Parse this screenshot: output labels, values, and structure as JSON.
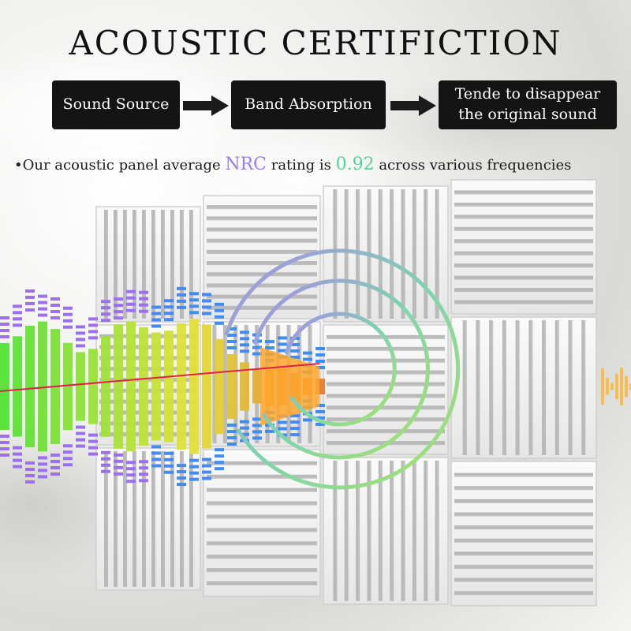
{
  "title": "ACOUSTIC CERTIFICTION",
  "flow": {
    "steps": [
      {
        "label": "Sound Source"
      },
      {
        "label": "Band Absorption"
      },
      {
        "label_line1": "Tende to disappear",
        "label_line2": "the original sound"
      }
    ]
  },
  "note": {
    "bullet": "•",
    "prefix": "Our acoustic panel average ",
    "highlight_1": "NRC",
    "middle": " rating is ",
    "highlight_2": "0.92",
    "suffix": " across various frequencies"
  },
  "colors": {
    "nrc": "#9a7cf0",
    "value": "#4fd39a",
    "step_bg": "#141414",
    "wave_line": "#e0204a"
  },
  "icons": [
    "arrow-right-icon",
    "sound-wave-icon",
    "sound-ring-icon"
  ]
}
